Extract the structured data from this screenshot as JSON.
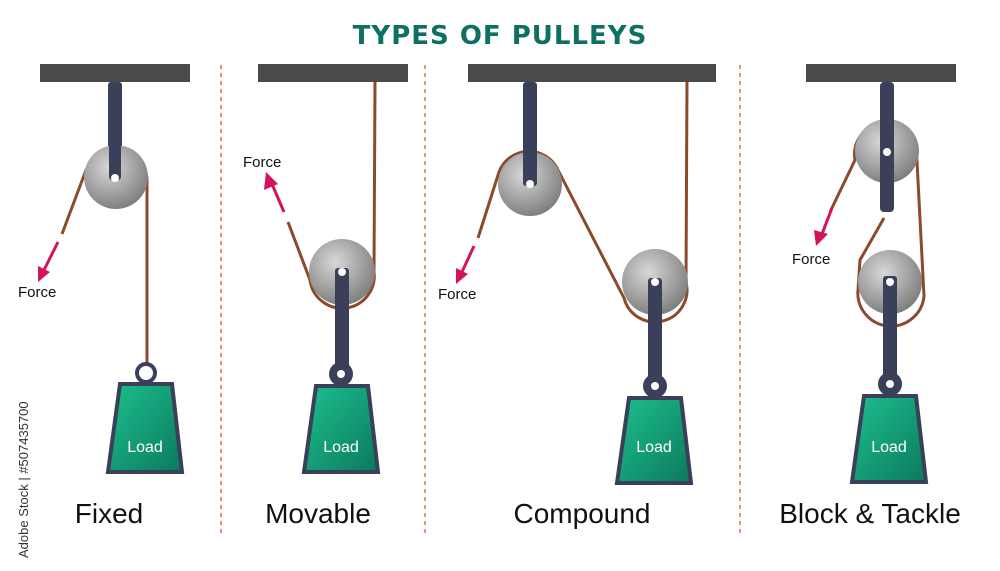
{
  "title": "TYPES OF PULLEYS",
  "force_label": "Force",
  "load_label": "Load",
  "pulleys": [
    {
      "caption": "Fixed"
    },
    {
      "caption": "Movable"
    },
    {
      "caption": "Compound"
    },
    {
      "caption": "Block & Tackle"
    }
  ],
  "watermark": "Adobe Stock | #507435700",
  "colors": {
    "title": "#0e6f63",
    "ceiling": "#4a4a4a",
    "rod": "#3a3f5a",
    "rope": "#8b4a2b",
    "wheel": "#9a9a9a",
    "load": "#12a07a",
    "arrow": "#d6125e",
    "divider": "#e53935"
  }
}
